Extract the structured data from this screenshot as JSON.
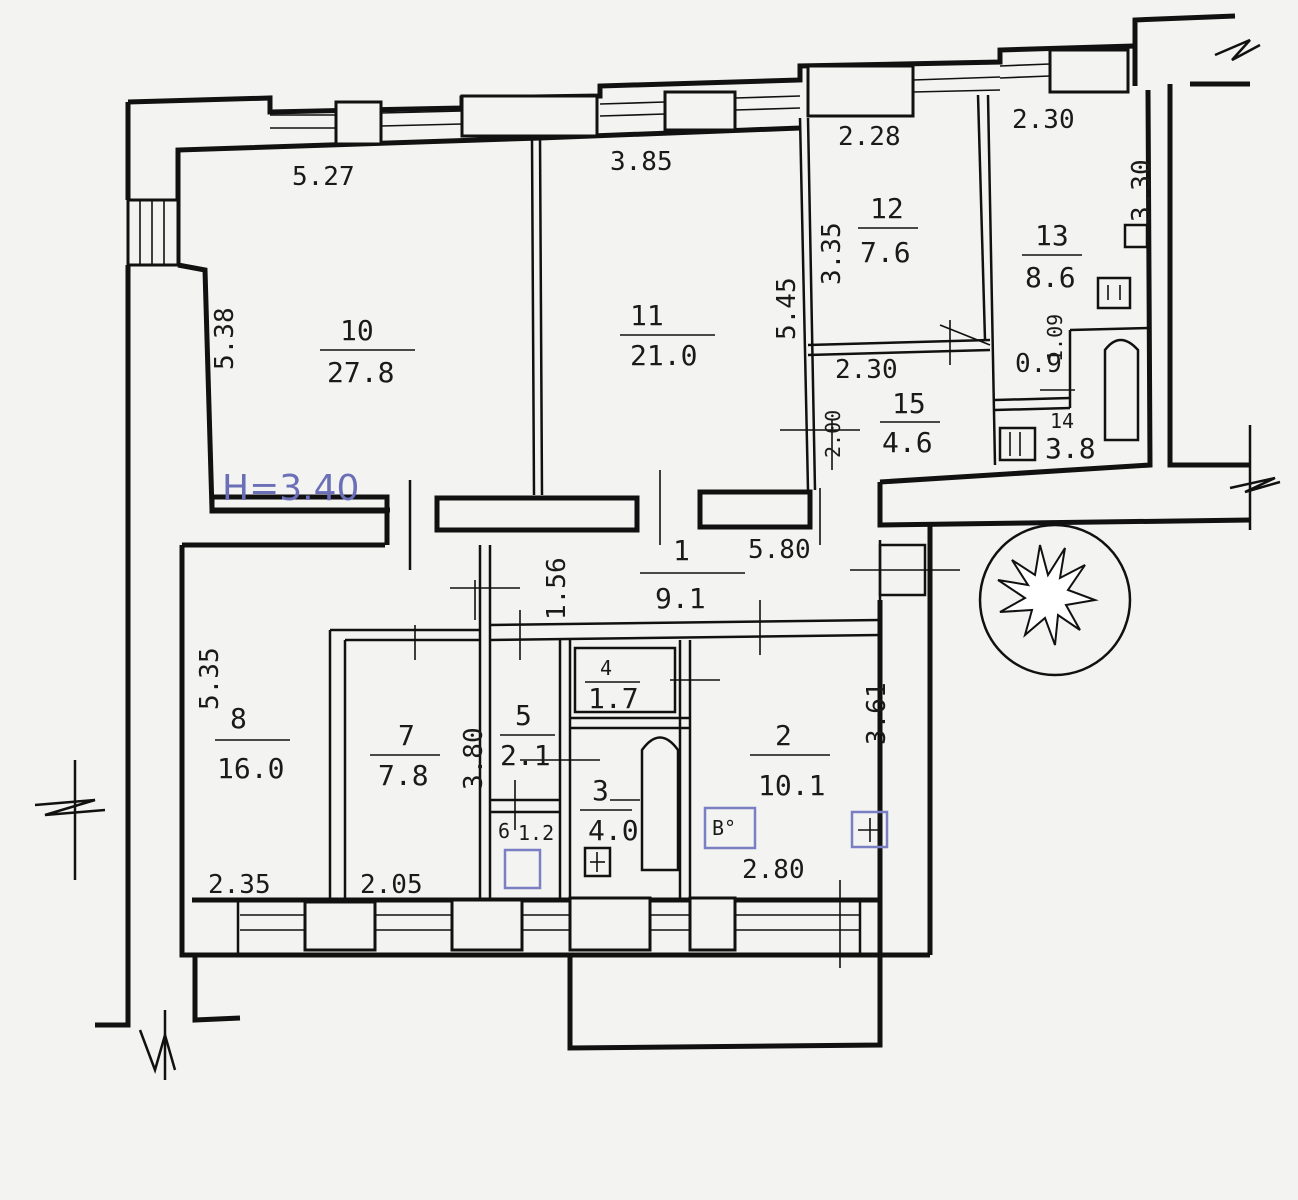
{
  "ceiling_height": "H=3.40",
  "rooms": [
    {
      "id": "room-10",
      "number": "10",
      "area": "27.8"
    },
    {
      "id": "room-11",
      "number": "11",
      "area": "21.0"
    },
    {
      "id": "room-12",
      "number": "12",
      "area": "7.6"
    },
    {
      "id": "room-13",
      "number": "13",
      "area": "8.6"
    },
    {
      "id": "room-14",
      "number": "14",
      "area": "3.8"
    },
    {
      "id": "room-15",
      "number": "15",
      "area": "4.6"
    },
    {
      "id": "room-1-hall",
      "number": "1",
      "area": "9.1"
    },
    {
      "id": "room-8",
      "number": "8",
      "area": "16.0"
    },
    {
      "id": "room-7",
      "number": "7",
      "area": "7.8"
    },
    {
      "id": "room-5",
      "number": "5",
      "area": "2.1"
    },
    {
      "id": "room-4",
      "number": "4",
      "area": "1.7"
    },
    {
      "id": "room-3",
      "number": "3",
      "area": "4.0"
    },
    {
      "id": "room-2",
      "number": "2",
      "area": "10.1"
    },
    {
      "id": "room-6",
      "number": "6",
      "area": "1.2"
    }
  ],
  "dimensions": {
    "d_5_27": "5.27",
    "d_3_85": "3.85",
    "d_2_28": "2.28",
    "d_2_30_top": "2.30",
    "d_3_30": "3.30",
    "d_3_35": "3.35",
    "d_5_45": "5.45",
    "d_5_38": "5.38",
    "d_2_30_mid": "2.30",
    "d_2_00": "2.00",
    "d_1_09": "1.09",
    "d_0_9": "0.9",
    "d_5_80": "5.80",
    "d_1_56": "1.56",
    "d_5_35": "5.35",
    "d_3_80": "3.80",
    "d_3_61": "3.61",
    "d_2_35": "2.35",
    "d_2_05": "2.05",
    "d_2_80": "2.80"
  },
  "fixtures": {
    "boiler_label": "B°"
  }
}
